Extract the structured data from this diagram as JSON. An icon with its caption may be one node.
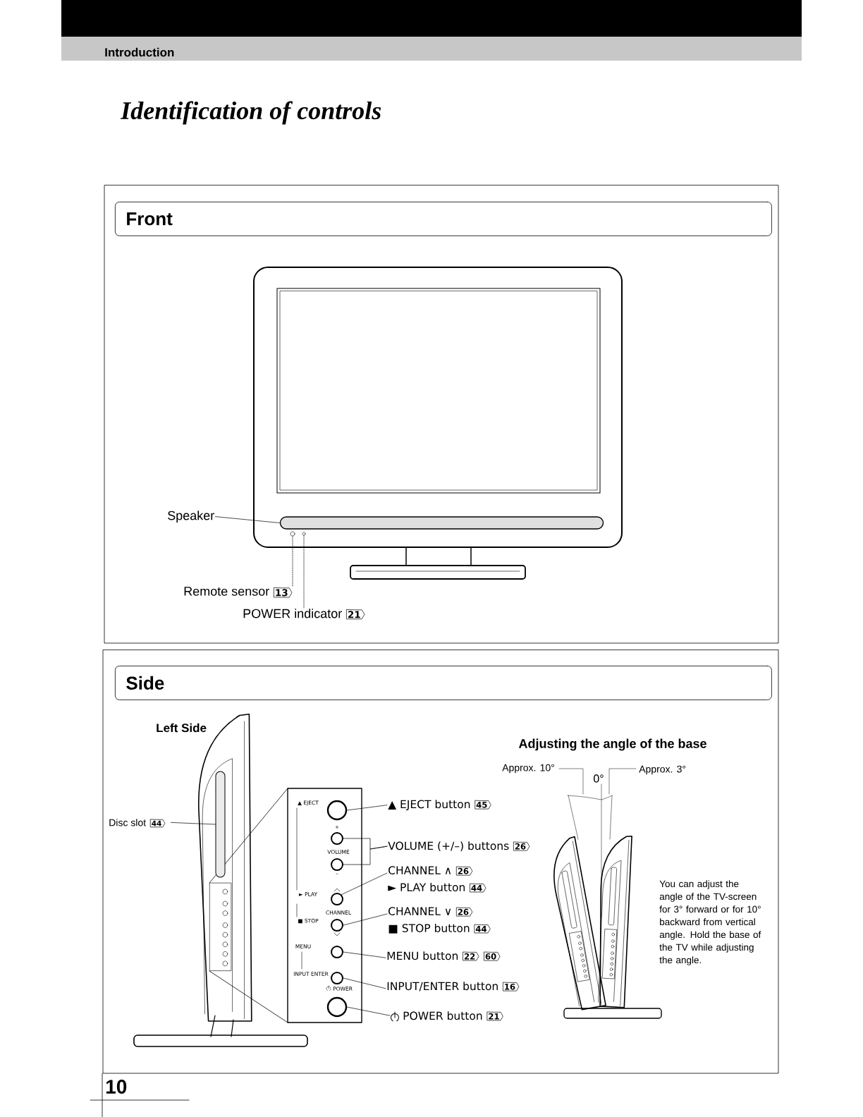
{
  "diagram": {
    "title": "Identification of controls",
    "nodes": [
      {
        "text": [
          "Front"
        ]
      },
      {
        "text": [
          "Speaker"
        ]
      },
      {
        "text": [],
        "shape": "bar"
      },
      {
        "text": [
          "Remote sensor"
        ],
        "beside": [
          "13"
        ]
      },
      {
        "text": [],
        "shape": "circle"
      },
      {
        "text": [
          "POWER indicator"
        ],
        "beside": [
          "21"
        ]
      },
      {
        "text": [],
        "shape": "circle"
      },
      {
        "text": [
          "Side"
        ]
      },
      {
        "text": [
          "Disc slot"
        ],
        "beside": [
          "44"
        ]
      },
      {
        "text": [],
        "shape": "bar"
      },
      {
        "text": [],
        "shape": "circle"
      },
      {
        "text": [],
        "shape": "circle"
      },
      {
        "text": [],
        "shape": "circle"
      },
      {
        "text": [],
        "shape": "circle"
      },
      {
        "text": [],
        "shape": "circle"
      },
      {
        "text": [],
        "shape": "circle"
      },
      {
        "text": [],
        "shape": "circle"
      },
      {
        "text": [],
        "shape": "circle"
      },
      {
        "text": [
          "▲ EJECT button"
        ],
        "beside": [
          "45"
        ]
      },
      {
        "text": [
          "VOLUME (+/–) buttons"
        ],
        "beside": [
          "26"
        ]
      },
      {
        "text": [
          "CHANNEL ∧",
          "► PLAY button"
        ],
        "beside": [
          "26",
          "44"
        ]
      },
      {
        "text": [
          "CHANNEL ∨",
          "■ STOP button"
        ],
        "beside": [
          "26",
          "44"
        ]
      },
      {
        "text": [
          "MENU button"
        ],
        "beside": [
          "22",
          "60"
        ]
      },
      {
        "text": [
          "INPUT/ENTER button"
        ],
        "beside": [
          "16"
        ]
      },
      {
        "text": [
          "POWER button"
        ],
        "beside": [
          "21"
        ]
      }
    ],
    "edges": [
      {
        "from": 1,
        "to": 2,
        "arrow": "none"
      },
      {
        "from": 3,
        "to": 4,
        "arrow": "none",
        "style": "dashed"
      },
      {
        "from": 5,
        "to": 6,
        "arrow": "none",
        "style": "dashed"
      },
      {
        "from": 8,
        "to": 9,
        "arrow": "none"
      },
      {
        "from": 10,
        "to": 18,
        "arrow": "none"
      },
      {
        "from": 11,
        "to": 19,
        "arrow": "none"
      },
      {
        "from": 12,
        "to": 19,
        "arrow": "none"
      },
      {
        "from": 13,
        "to": 20,
        "arrow": "none"
      },
      {
        "from": 14,
        "to": 21,
        "arrow": "none"
      },
      {
        "from": 15,
        "to": 22,
        "arrow": "none"
      },
      {
        "from": 16,
        "to": 23,
        "arrow": "none"
      },
      {
        "from": 17,
        "to": 24,
        "arrow": "none"
      }
    ],
    "labels": [
      "Introduction",
      "Left Side",
      "▲ EJECT",
      "+",
      "VOLUME",
      "–",
      "► PLAY",
      "CHANNEL",
      "■ STOP",
      "MENU",
      "INPUT ENTER",
      "POWER",
      "Adjusting the angle of the base",
      "Approx. 10°",
      "0°",
      "Approx. 3°",
      "You can adjust the angle of the TV-screen for 3° forward or for 10° backward from vertical angle. Hold the base of the TV while adjusting the angle.",
      "10"
    ]
  }
}
